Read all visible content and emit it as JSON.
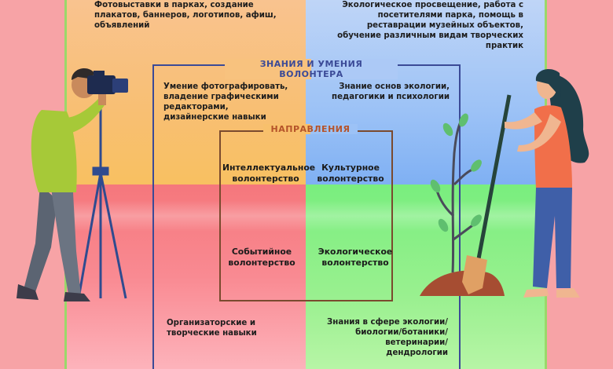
{
  "frames": {
    "outer_title": "ЗНАНИЯ И УМЕНИЯ ВОЛОНТЕРА",
    "inner_title": "НАПРАВЛЕНИЯ"
  },
  "activities": {
    "top_left": "Фотовыставки в парках, создание плакатов, баннеров, логотипов, афиш, объявлений",
    "top_right": "Экологическое просвещение, работа с посетителями парка, помощь в реставрации музейных объектов, обучение различным видам творческих практик"
  },
  "skills": {
    "top_left": "Умение фотографировать, владение графическими редакторами, дизайнерские навыки",
    "top_right": "Знание основ экологии, педагогики и психологии",
    "bottom_left": "Организаторские и творческие навыки",
    "bottom_right": "Знания в сфере экологии/ биологии/ботаники/ ветеринарии/дендрологии"
  },
  "directions": {
    "intellectual": "Интеллектуальное волонтерство",
    "cultural": "Культурное волонтерство",
    "event": "Событийное волонтерство",
    "ecological": "Экологическое волонтерство"
  },
  "colors": {
    "quad_orange": "#f8c061",
    "quad_blue": "#7fb0f3",
    "quad_red": "#f5777c",
    "quad_green": "#79ee7e",
    "outer_frame": "#3b4a97",
    "inner_frame": "#7a4a2e",
    "background": "#f7a3a6"
  },
  "illustrations": {
    "left": "photographer-with-camera-icon",
    "right": "woman-planting-tree-icon"
  }
}
